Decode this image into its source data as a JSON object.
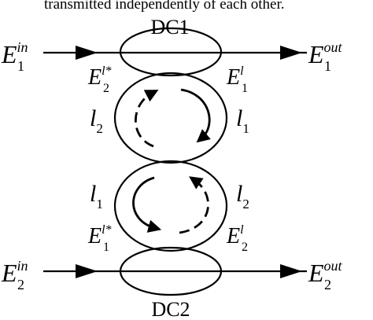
{
  "caption_fragment": "transmitted independently of each other.",
  "couplers": {
    "top": "DC1",
    "bottom": "DC2"
  },
  "ports": {
    "in1": {
      "base": "E",
      "sub": "1",
      "sup": "in"
    },
    "out1": {
      "base": "E",
      "sub": "1",
      "sup": "out"
    },
    "in2": {
      "base": "E",
      "sub": "2",
      "sup": "in"
    },
    "out2": {
      "base": "E",
      "sub": "2",
      "sup": "out"
    }
  },
  "fields": {
    "top_left": {
      "base": "E",
      "sub": "2",
      "sup": "l*"
    },
    "top_right": {
      "base": "E",
      "sub": "1",
      "sup": "l"
    },
    "bottom_left": {
      "base": "E",
      "sub": "1",
      "sup": "l*"
    },
    "bottom_right": {
      "base": "E",
      "sub": "2",
      "sup": "l"
    }
  },
  "loops": {
    "upper_left": {
      "base": "l",
      "sub": "2"
    },
    "upper_right": {
      "base": "l",
      "sub": "1"
    },
    "lower_left": {
      "base": "l",
      "sub": "1"
    },
    "lower_right": {
      "base": "l",
      "sub": "2"
    }
  }
}
